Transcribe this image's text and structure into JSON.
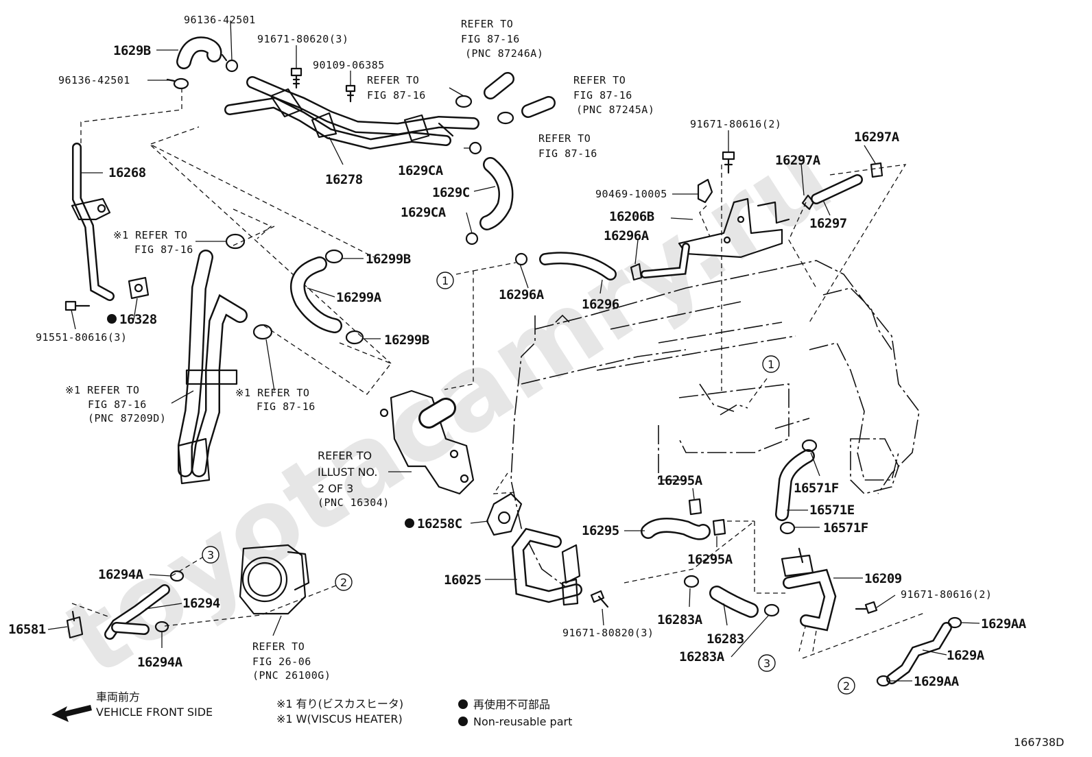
{
  "watermark": "toyotacamry.ru",
  "figure_code": "166738D",
  "parts": {
    "p1629B": "1629B",
    "p96136a": "96136-42501",
    "p96136b": "96136-42501",
    "p91671_80620": "91671-80620(3)",
    "p90109": "90109-06385",
    "p16268": "16268",
    "p16278": "16278",
    "p1629CA_top": "1629CA",
    "p1629C": "1629C",
    "p1629CA_bot": "1629CA",
    "p16299B_top": "16299B",
    "p16299A": "16299A",
    "p16299B_bot": "16299B",
    "p16328": "16328",
    "p91551": "91551-80616(3)",
    "p91671_80616_top": "91671-80616(2)",
    "p90469": "90469-10005",
    "p16206B": "16206B",
    "p16296A_top": "16296A",
    "p16296A_left": "16296A",
    "p16296": "16296",
    "p16297A_a": "16297A",
    "p16297A_b": "16297A",
    "p16297": "16297",
    "p16295A_top": "16295A",
    "p16295": "16295",
    "p16295A_bot": "16295A",
    "p16571F_top": "16571F",
    "p16571E": "16571E",
    "p16571F_bot": "16571F",
    "p16258C": "16258C",
    "p16025": "16025",
    "p91671_80820": "91671-80820(3)",
    "p16283A_top": "16283A",
    "p16283": "16283",
    "p16283A_bot": "16283A",
    "p16209": "16209",
    "p91671_80616_right": "91671-80616(2)",
    "p1629AA_top": "1629AA",
    "p1629A": "1629A",
    "p1629AA_bot": "1629AA",
    "p16294A_top": "16294A",
    "p16294": "16294",
    "p16581": "16581",
    "p16294A_bot": "16294A"
  },
  "refs": {
    "ref_87246A": [
      "REFER TO",
      "FIG 87-16",
      "(PNC 87246A)"
    ],
    "ref_87245A": [
      "REFER TO",
      "FIG 87-16",
      "(PNC 87245A)"
    ],
    "ref_clip_top": [
      "REFER TO",
      "FIG 87-16"
    ],
    "ref_clip_mid": [
      "REFER TO",
      "FIG 87-16"
    ],
    "ref_viscus_a": [
      "※1 REFER TO",
      "FIG 87-16"
    ],
    "ref_viscus_b": [
      "※1 REFER TO",
      "FIG 87-16",
      "(PNC 87209D)"
    ],
    "ref_viscus_c": [
      "※1 REFER TO",
      "FIG 87-16"
    ],
    "ref_illust": [
      "REFER TO",
      "ILLUST NO.",
      "2 OF 3",
      "(PNC 16304)"
    ],
    "ref_26100G": [
      "REFER TO",
      "FIG 26-06",
      "(PNC 26100G)"
    ]
  },
  "callouts": [
    "1",
    "1",
    "2",
    "2",
    "3",
    "3"
  ],
  "legend": {
    "front_jp": "車両前方",
    "front_en": "VEHICLE FRONT SIDE",
    "note1_jp": "※1 有り(ビスカスヒータ)",
    "note1_en": "※1 W(VISCUS HEATER)",
    "nonreuse_jp": "再使用不可部品",
    "nonreuse_en": "Non-reusable part"
  }
}
